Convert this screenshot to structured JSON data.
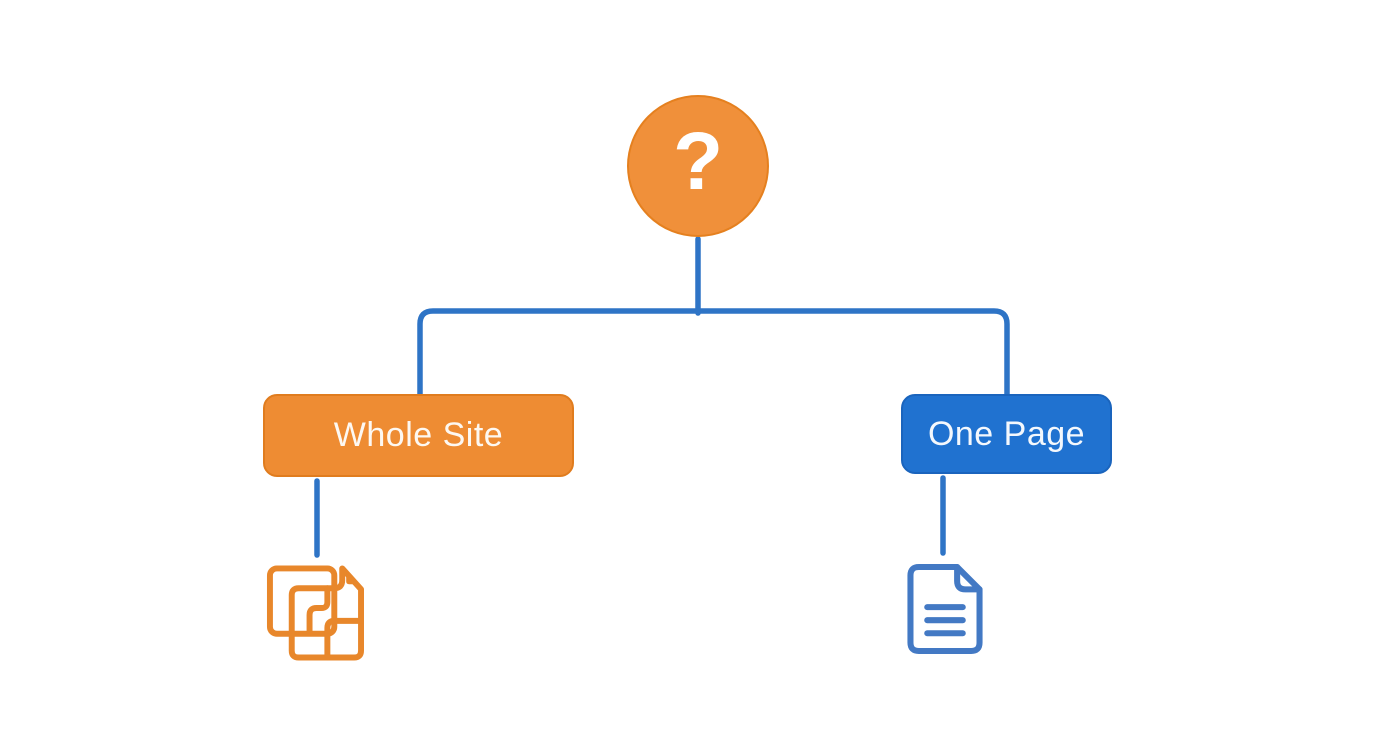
{
  "diagram": {
    "background_color": "#FFFFFF",
    "connector_color": "#2E74C6",
    "root": {
      "label": "?",
      "shape": "circle",
      "fill_color": "#F0903A",
      "text_color": "#FFFFFF"
    },
    "branches": [
      {
        "label": "Whole Site",
        "fill_color": "#EE8C33",
        "text_color": "#FFFFFF",
        "icon": "multi-page-icon",
        "icon_color": "#E8872B"
      },
      {
        "label": "One Page",
        "fill_color": "#2072D0",
        "text_color": "#FFFFFF",
        "icon": "document-icon",
        "icon_color": "#4379C4"
      }
    ]
  }
}
